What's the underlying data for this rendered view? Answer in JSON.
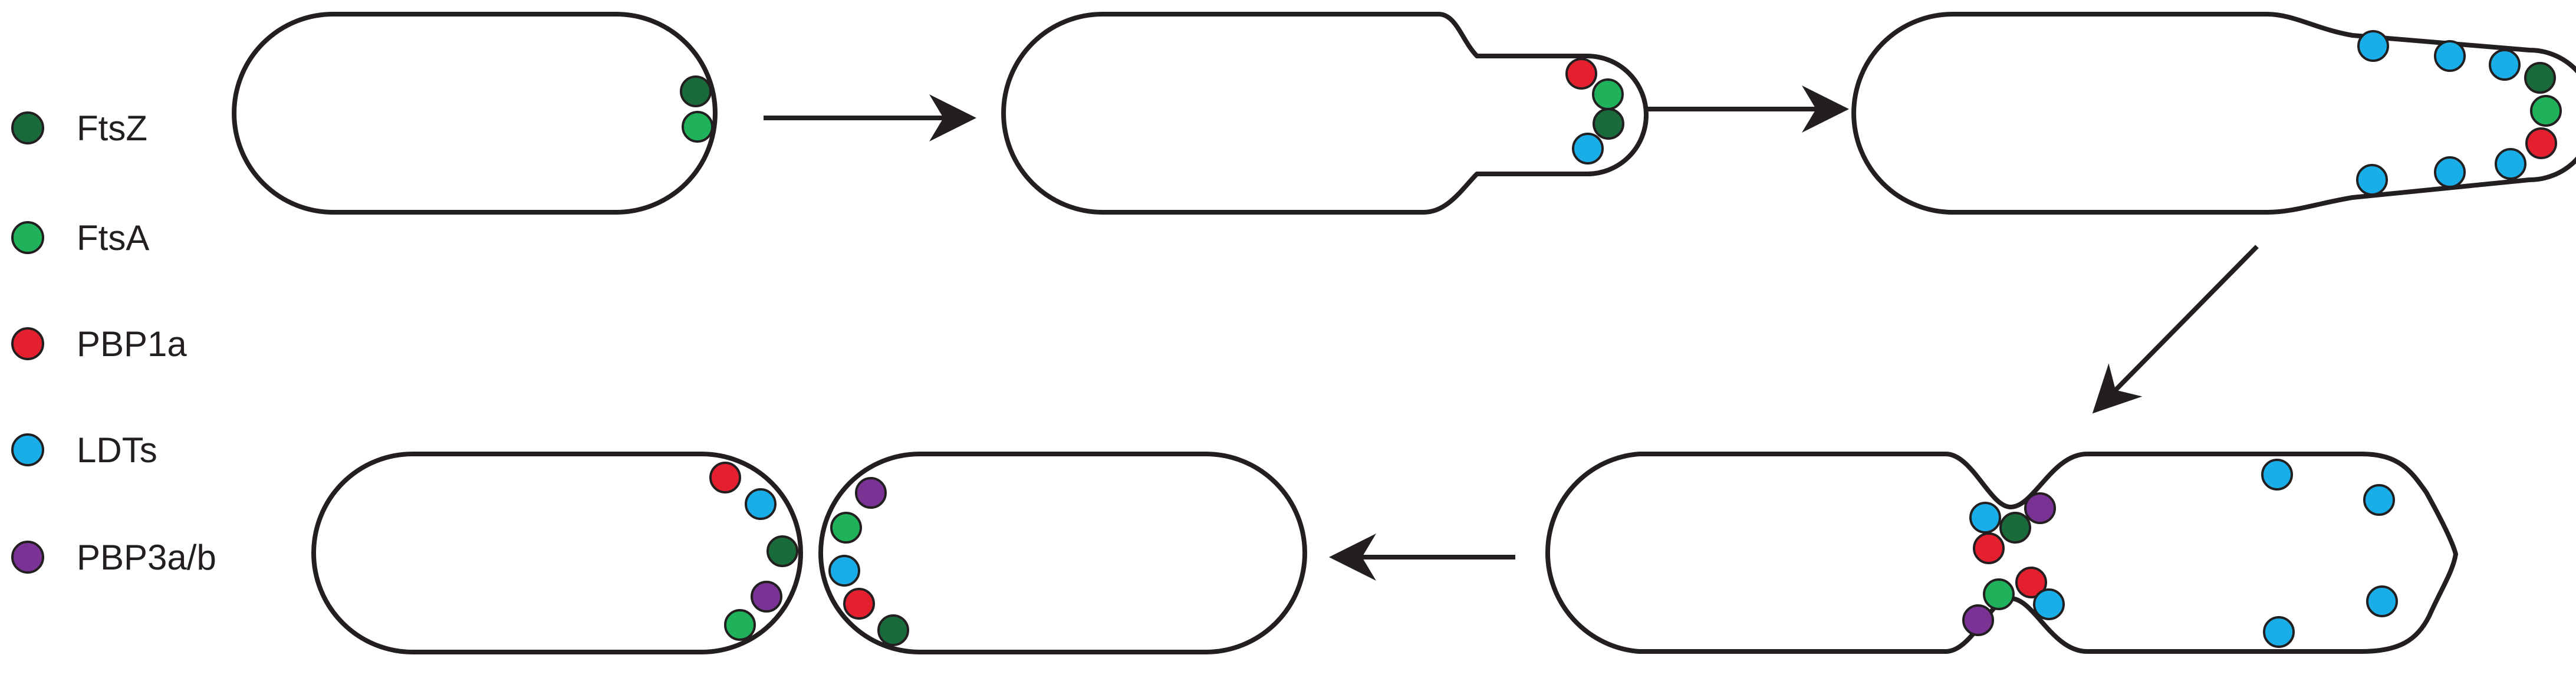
{
  "legend": [
    {
      "key": "ftsz",
      "label": "FtsZ",
      "color": "#1a6b3c"
    },
    {
      "key": "ftsa",
      "label": "FtsA",
      "color": "#1fb25a"
    },
    {
      "key": "pbp1a",
      "label": "PBP1a",
      "color": "#e4202e"
    },
    {
      "key": "ldts",
      "label": "LDTs",
      "color": "#1aaee8"
    },
    {
      "key": "pbp3",
      "label": "PBP3a/b",
      "color": "#7a3395"
    }
  ],
  "stages": [
    {
      "name": "stage-1-initial-cell"
    },
    {
      "name": "stage-2-pole-bulge"
    },
    {
      "name": "stage-3-pole-elongation"
    },
    {
      "name": "stage-4-constriction"
    },
    {
      "name": "stage-5-separated-daughters"
    }
  ]
}
